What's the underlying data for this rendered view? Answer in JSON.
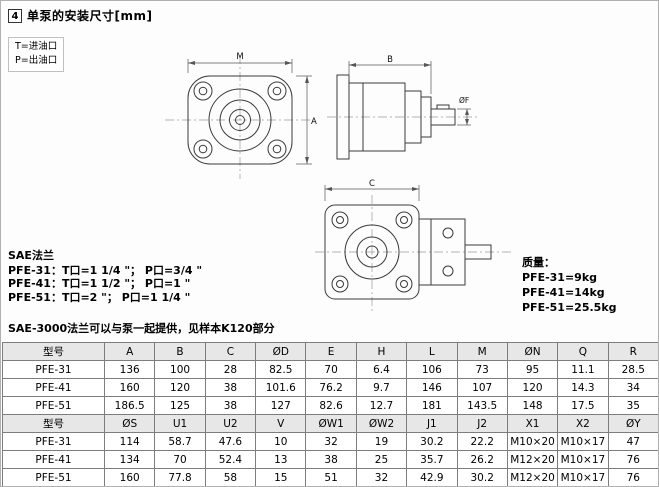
{
  "page": {
    "section_number": "4",
    "title": "单泵的安装尺寸[mm]"
  },
  "notes": {
    "t_note": "T=进油口",
    "p_note": "P=出油口"
  },
  "sae": {
    "title": "SAE法兰",
    "lines": [
      "PFE-31：T口=1 1/4 \"；  P口=3/4 \"",
      "PFE-41：T口=1 1/2 \"；  P口=1 \"",
      "PFE-51：T口=2 \"；      P口=1 1/4 \""
    ],
    "footer": "SAE-3000法兰可以与泵一起提供，见样本K120部分"
  },
  "mass": {
    "title": "质量：",
    "lines": [
      "PFE-31=9kg",
      "PFE-41=14kg",
      "PFE-51=25.5kg"
    ]
  },
  "drawings": {
    "front": {
      "dim_width": "M",
      "dim_height": "A"
    },
    "side": {
      "dim_width": "B",
      "dim_shaft": "ØF"
    },
    "rear": {
      "dim_width": "C"
    }
  },
  "table": {
    "header1": [
      "型号",
      "A",
      "B",
      "C",
      "ØD",
      "E",
      "H",
      "L",
      "M",
      "ØN",
      "Q",
      "R"
    ],
    "rows1": [
      [
        "PFE-31",
        "136",
        "100",
        "28",
        "82.5",
        "70",
        "6.4",
        "106",
        "73",
        "95",
        "11.1",
        "28.5"
      ],
      [
        "PFE-41",
        "160",
        "120",
        "38",
        "101.6",
        "76.2",
        "9.7",
        "146",
        "107",
        "120",
        "14.3",
        "34"
      ],
      [
        "PFE-51",
        "186.5",
        "125",
        "38",
        "127",
        "82.6",
        "12.7",
        "181",
        "143.5",
        "148",
        "17.5",
        "35"
      ]
    ],
    "header2": [
      "型号",
      "ØS",
      "U1",
      "U2",
      "V",
      "ØW1",
      "ØW2",
      "J1",
      "J2",
      "X1",
      "X2",
      "ØY"
    ],
    "rows2": [
      [
        "PFE-31",
        "114",
        "58.7",
        "47.6",
        "10",
        "32",
        "19",
        "30.2",
        "22.2",
        "M10×20",
        "M10×17",
        "47"
      ],
      [
        "PFE-41",
        "134",
        "70",
        "52.4",
        "13",
        "38",
        "25",
        "35.7",
        "26.2",
        "M12×20",
        "M10×17",
        "76"
      ],
      [
        "PFE-51",
        "160",
        "77.8",
        "58",
        "15",
        "51",
        "32",
        "42.9",
        "30.2",
        "M12×20",
        "M10×17",
        "76"
      ]
    ]
  }
}
